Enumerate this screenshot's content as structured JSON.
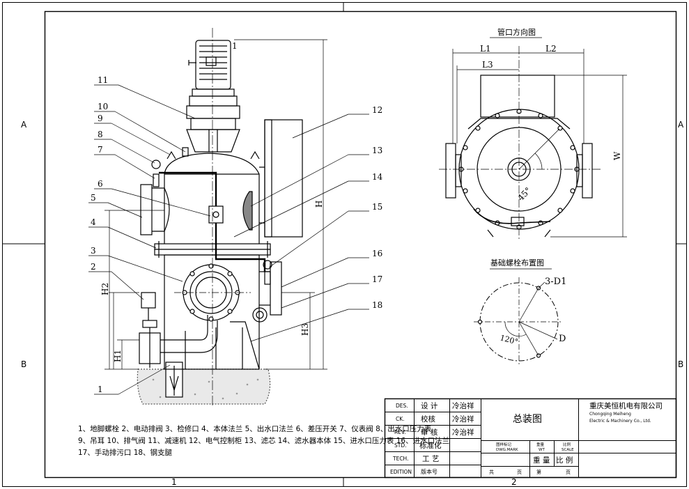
{
  "frame": {
    "zone_left": "A",
    "zone_left_lower": "B",
    "zone_right": "A",
    "zone_right_lower": "B",
    "col_1": "1",
    "col_2": "2"
  },
  "view_titles": {
    "nozzle": "管口方向图",
    "bolt": "基础螺栓布置图"
  },
  "dims": {
    "H": "H",
    "H1": "H1",
    "H2": "H2",
    "H3": "H3",
    "L1": "L1",
    "L2": "L2",
    "L3": "L3",
    "W": "W",
    "angle45": "45°",
    "angle120": "120°",
    "d1": "3-D1",
    "d": "D"
  },
  "balloons": [
    "1",
    "2",
    "3",
    "4",
    "5",
    "6",
    "7",
    "8",
    "9",
    "10",
    "11",
    "12",
    "13",
    "14",
    "15",
    "16",
    "17",
    "18"
  ],
  "top_balloon": "1",
  "legend": [
    "1、地脚螺栓  2、电动排阀  3、检修口 4、本体法兰  5、出水口法兰  6、差压开关  7、仪表阀  8、出水口压力表",
    "9、吊耳  10、排气阀  11、减速机   12、电气控制柜  13、滤芯  14、滤水器本体  15、进水口压力表 16、进水口法兰",
    "17、手动排污口  18、钢支腿"
  ],
  "title_block": {
    "rows": [
      {
        "code": "DES.",
        "label": "设 计",
        "name": "冷治祥"
      },
      {
        "code": "CK.",
        "label": "校核",
        "name": "冷治祥"
      },
      {
        "code": "REV.",
        "label": "审 核",
        "name": "冷治祥"
      },
      {
        "code": "STD.",
        "label": "标准化",
        "name": ""
      },
      {
        "code": "TECH.",
        "label": "工 艺",
        "name": ""
      },
      {
        "code": "EDITION",
        "label": "版本号",
        "name": ""
      }
    ],
    "drawing_title": "总装图",
    "company_cn": "重庆美恒机电有限公司",
    "company_en_1": "Chongqing Meiheng",
    "company_en_2": "Electric & Machinery Co., Ltd.",
    "mark_cn": "图样标记",
    "mark_en": "DWG.MARK",
    "weight_cn": "重量",
    "weight_en": "WT",
    "scale_cn": "比例",
    "scale_en": "SCALE",
    "weight_label": "重 量",
    "scale_label": "比 例",
    "sheet_a": "共",
    "sheet_unit_a": "页",
    "sheet_b": "第",
    "sheet_unit_b": "页"
  }
}
